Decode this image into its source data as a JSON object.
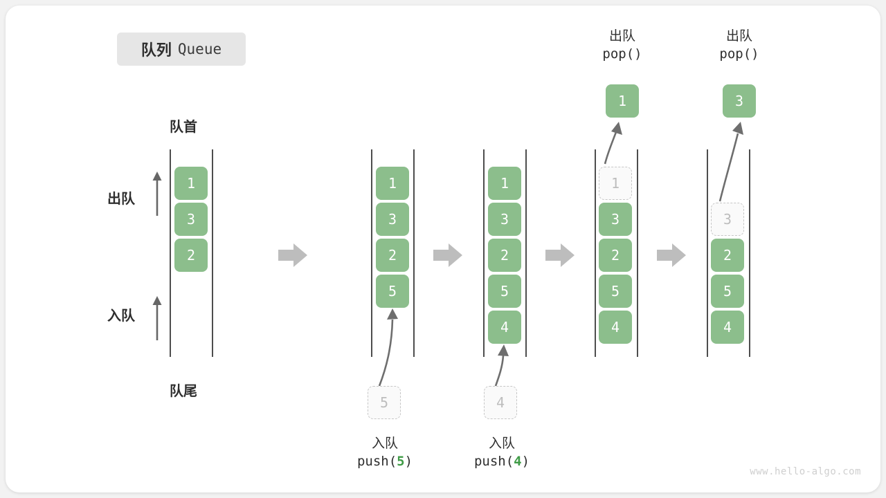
{
  "title": {
    "cn": "队列",
    "en": "Queue"
  },
  "labels": {
    "front": "队首",
    "rear": "队尾",
    "dequeue": "出队",
    "enqueue": "入队"
  },
  "colors": {
    "cell_fill": "#8cbe8c",
    "cell_text": "#ffffff",
    "ghost_border": "#c6c6c6",
    "ghost_text": "#bdbdbd",
    "rail": "#4d4d4d",
    "step_arrow": "#bdbdbd",
    "accent_number": "#3f9b46",
    "badge_bg": "#e6e6e6",
    "card_bg": "#ffffff",
    "page_bg": "#f2f2f2"
  },
  "stages": [
    {
      "id": "stage-initial",
      "cells": [
        "1",
        "3",
        "2"
      ],
      "ghost_in_rail": null,
      "ghost_below": null,
      "popped": null,
      "op_cn": null,
      "op_code": null,
      "op_num": null
    },
    {
      "id": "stage-push-5",
      "cells": [
        "1",
        "3",
        "2",
        "5"
      ],
      "ghost_in_rail": null,
      "ghost_below": "5",
      "popped": null,
      "op_cn": "入队",
      "op_code_prefix": "push(",
      "op_num": "5",
      "op_code_suffix": ")"
    },
    {
      "id": "stage-push-4",
      "cells": [
        "1",
        "3",
        "2",
        "5",
        "4"
      ],
      "ghost_in_rail": null,
      "ghost_below": "4",
      "popped": null,
      "op_cn": "入队",
      "op_code_prefix": "push(",
      "op_num": "4",
      "op_code_suffix": ")"
    },
    {
      "id": "stage-pop-1",
      "cells": [
        "3",
        "2",
        "5",
        "4"
      ],
      "ghost_in_rail": "1",
      "ghost_below": null,
      "popped": "1",
      "op_cn": "出队",
      "op_code_prefix": "pop(",
      "op_num": "",
      "op_code_suffix": ")"
    },
    {
      "id": "stage-pop-3",
      "cells": [
        "2",
        "5",
        "4"
      ],
      "ghost_in_rail": "3",
      "ghost_below": null,
      "popped": "3",
      "op_cn": "出队",
      "op_code_prefix": "pop(",
      "op_num": "",
      "op_code_suffix": ")"
    }
  ],
  "step_arrow_count": 4,
  "watermark": "www.hello-algo.com"
}
